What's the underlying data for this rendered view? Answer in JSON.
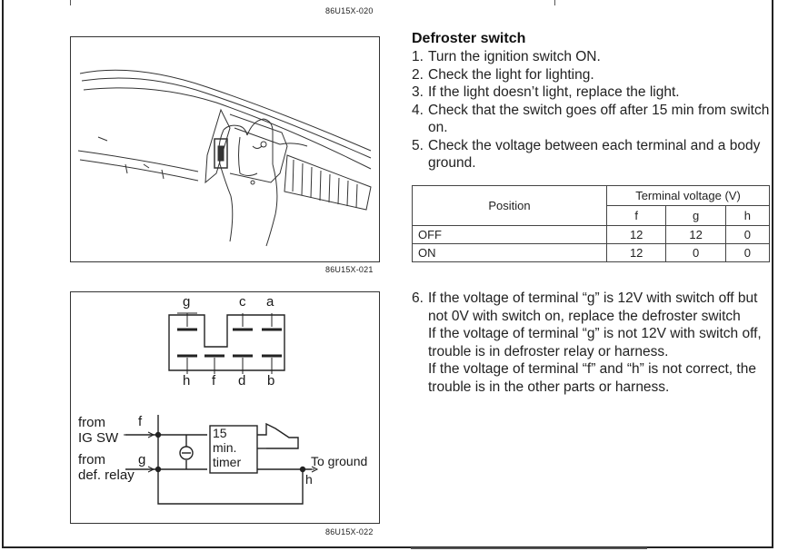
{
  "captions": {
    "top": "86U15X-020",
    "figure1": "86U15X-021",
    "figure2": "86U15X-022"
  },
  "section": {
    "title": "Defroster switch",
    "steps": [
      {
        "num": "1.",
        "text": "Turn the ignition switch ON."
      },
      {
        "num": "2.",
        "text": "Check the light for lighting."
      },
      {
        "num": "3.",
        "text": "If the light doesn’t light, replace the light."
      },
      {
        "num": "4.",
        "text": "Check that the switch goes off after 15 min from switch on."
      },
      {
        "num": "5.",
        "text": "Check the voltage between each terminal and a body ground."
      }
    ]
  },
  "voltage_table": {
    "position_header": "Position",
    "voltage_header": "Terminal voltage (V)",
    "terminals": [
      "f",
      "g",
      "h"
    ],
    "rows": [
      {
        "position": "OFF",
        "values": [
          "12",
          "12",
          "0"
        ]
      },
      {
        "position": "ON",
        "values": [
          "12",
          "0",
          "0"
        ]
      }
    ]
  },
  "step6": {
    "num": "6.",
    "para1": "If the voltage of terminal “g” is 12V with switch off but not 0V with switch on, replace the defroster switch",
    "para2": "If the voltage of terminal “g” is not 12V with switch off, trouble is in defroster relay or harness.",
    "para3": "If the voltage of terminal “f” and “h” is not correct, the trouble is in the other parts or harness."
  },
  "diagram": {
    "top_terminals": [
      "g",
      "c",
      "a"
    ],
    "bottom_terminals": [
      "h",
      "f",
      "d",
      "b"
    ],
    "from_ig_line1": "from",
    "from_ig_line2": "IG SW",
    "from_def_line1": "from",
    "from_def_line2": "def. relay",
    "wire_f": "f",
    "wire_g": "g",
    "wire_h": "h",
    "timer_line1": "15",
    "timer_line2": "min.",
    "timer_line3": "timer",
    "to_ground": "To ground"
  }
}
